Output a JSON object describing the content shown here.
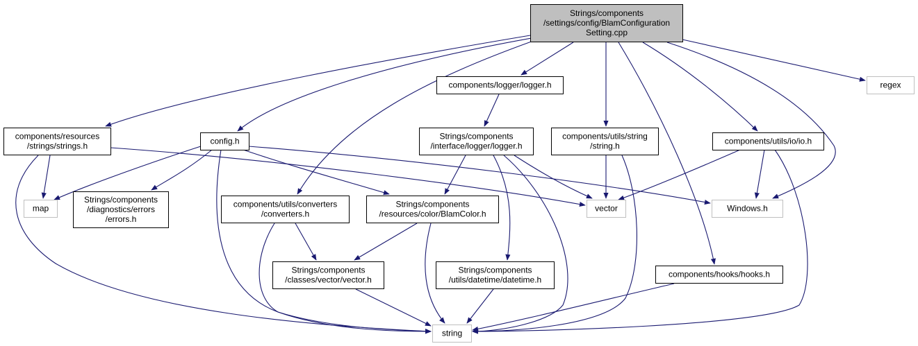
{
  "nodes": [
    {
      "id": "main",
      "kind": "main",
      "lines": [
        "Strings/components",
        "/settings/config/BlamConfiguration",
        "Setting.cpp"
      ]
    },
    {
      "id": "logger_h",
      "kind": "local",
      "lines": [
        "components/logger/logger.h"
      ]
    },
    {
      "id": "regex",
      "kind": "system",
      "lines": [
        "regex"
      ]
    },
    {
      "id": "strings_h",
      "kind": "local",
      "lines": [
        "components/resources",
        "/strings/strings.h"
      ]
    },
    {
      "id": "config_h",
      "kind": "local",
      "lines": [
        "config.h"
      ]
    },
    {
      "id": "iface_logger_h",
      "kind": "local",
      "lines": [
        "Strings/components",
        "/interface/logger/logger.h"
      ]
    },
    {
      "id": "string_h",
      "kind": "local",
      "lines": [
        "components/utils/string",
        "/string.h"
      ]
    },
    {
      "id": "io_h",
      "kind": "local",
      "lines": [
        "components/utils/io/io.h"
      ]
    },
    {
      "id": "map",
      "kind": "system",
      "lines": [
        "map"
      ]
    },
    {
      "id": "errors_h",
      "kind": "local",
      "lines": [
        "Strings/components",
        "/diagnostics/errors",
        "/errors.h"
      ]
    },
    {
      "id": "converters_h",
      "kind": "local",
      "lines": [
        "components/utils/converters",
        "/converters.h"
      ]
    },
    {
      "id": "blamcolor_h",
      "kind": "local",
      "lines": [
        "Strings/components",
        "/resources/color/BlamColor.h"
      ]
    },
    {
      "id": "vector",
      "kind": "system",
      "lines": [
        "vector"
      ]
    },
    {
      "id": "windows_h",
      "kind": "system",
      "lines": [
        "Windows.h"
      ]
    },
    {
      "id": "vector_h",
      "kind": "local",
      "lines": [
        "Strings/components",
        "/classes/vector/vector.h"
      ]
    },
    {
      "id": "datetime_h",
      "kind": "local",
      "lines": [
        "Strings/components",
        "/utils/datetime/datetime.h"
      ]
    },
    {
      "id": "hooks_h",
      "kind": "local",
      "lines": [
        "components/hooks/hooks.h"
      ]
    },
    {
      "id": "string",
      "kind": "system",
      "lines": [
        "string"
      ]
    }
  ],
  "edges": [
    {
      "from": "main",
      "to": "logger_h"
    },
    {
      "from": "main",
      "to": "regex"
    },
    {
      "from": "main",
      "to": "strings_h"
    },
    {
      "from": "main",
      "to": "config_h"
    },
    {
      "from": "main",
      "to": "converters_h"
    },
    {
      "from": "main",
      "to": "string_h"
    },
    {
      "from": "main",
      "to": "hooks_h"
    },
    {
      "from": "main",
      "to": "io_h"
    },
    {
      "from": "main",
      "to": "windows_h"
    },
    {
      "from": "logger_h",
      "to": "iface_logger_h"
    },
    {
      "from": "strings_h",
      "to": "map"
    },
    {
      "from": "strings_h",
      "to": "vector"
    },
    {
      "from": "strings_h",
      "to": "string"
    },
    {
      "from": "config_h",
      "to": "map"
    },
    {
      "from": "config_h",
      "to": "errors_h"
    },
    {
      "from": "config_h",
      "to": "blamcolor_h"
    },
    {
      "from": "config_h",
      "to": "windows_h"
    },
    {
      "from": "config_h",
      "to": "string"
    },
    {
      "from": "iface_logger_h",
      "to": "blamcolor_h"
    },
    {
      "from": "iface_logger_h",
      "to": "vector"
    },
    {
      "from": "iface_logger_h",
      "to": "datetime_h"
    },
    {
      "from": "iface_logger_h",
      "to": "string"
    },
    {
      "from": "string_h",
      "to": "vector"
    },
    {
      "from": "string_h",
      "to": "string"
    },
    {
      "from": "io_h",
      "to": "vector"
    },
    {
      "from": "io_h",
      "to": "windows_h"
    },
    {
      "from": "io_h",
      "to": "string"
    },
    {
      "from": "converters_h",
      "to": "vector_h"
    },
    {
      "from": "converters_h",
      "to": "string"
    },
    {
      "from": "blamcolor_h",
      "to": "vector_h"
    },
    {
      "from": "blamcolor_h",
      "to": "string"
    },
    {
      "from": "vector_h",
      "to": "string"
    },
    {
      "from": "datetime_h",
      "to": "string"
    },
    {
      "from": "hooks_h",
      "to": "string"
    }
  ]
}
